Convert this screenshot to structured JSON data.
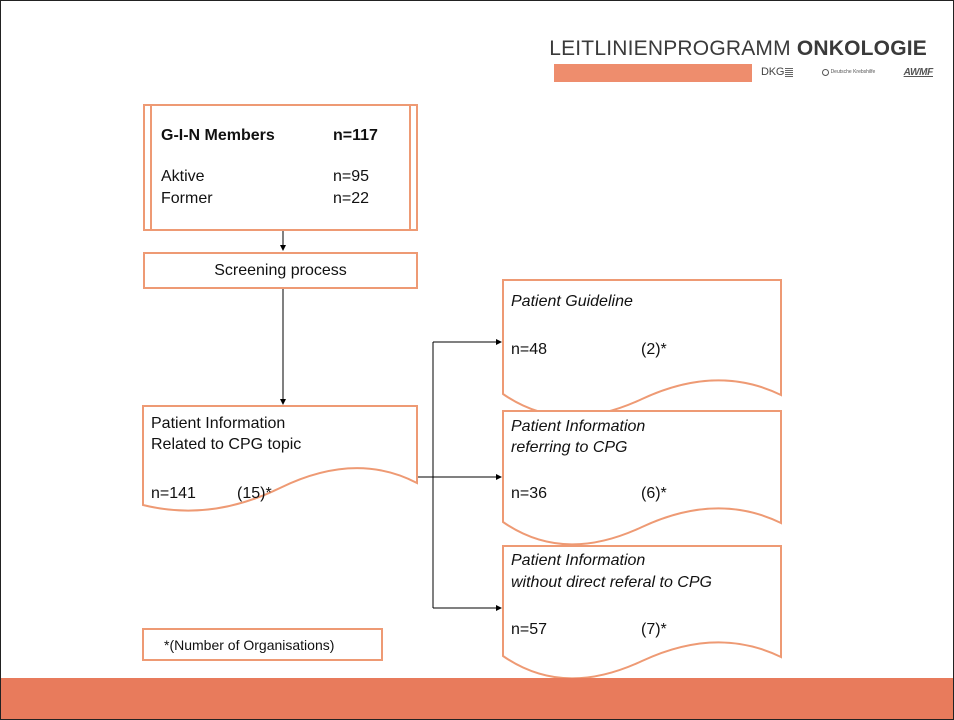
{
  "header": {
    "program_light": "LEITLINIENPROGRAMM ",
    "program_bold": "ONKOLOGIE",
    "logo_dkg": "DKG",
    "logo_krebshilfe": "Deutsche Krebshilfe",
    "logo_awmf": "AWMF"
  },
  "gin_box": {
    "title": "G-I-N Members",
    "title_n": "n=117",
    "active_label": "Aktive",
    "active_n": "n=95",
    "former_label": "Former",
    "former_n": "n=22"
  },
  "screening_label": "Screening process",
  "patient_info": {
    "line1": "Patient Information",
    "line2": "Related to CPG topic",
    "n": "n=141",
    "orgs": "(15)*"
  },
  "outcomes": [
    {
      "line1": "Patient Guideline",
      "line2": "",
      "n": "n=48",
      "orgs": "(2)*"
    },
    {
      "line1": "Patient Information",
      "line2": "referring to CPG",
      "n": "n=36",
      "orgs": "(6)*"
    },
    {
      "line1": "Patient Information",
      "line2": "without direct referal to CPG",
      "n": "n=57",
      "orgs": "(7)*"
    }
  ],
  "footnote": "*(Number of Organisations)",
  "colors": {
    "accent": "#ee9a74",
    "footer": "#e87b5c",
    "brand_bar": "#ee8d6d"
  }
}
